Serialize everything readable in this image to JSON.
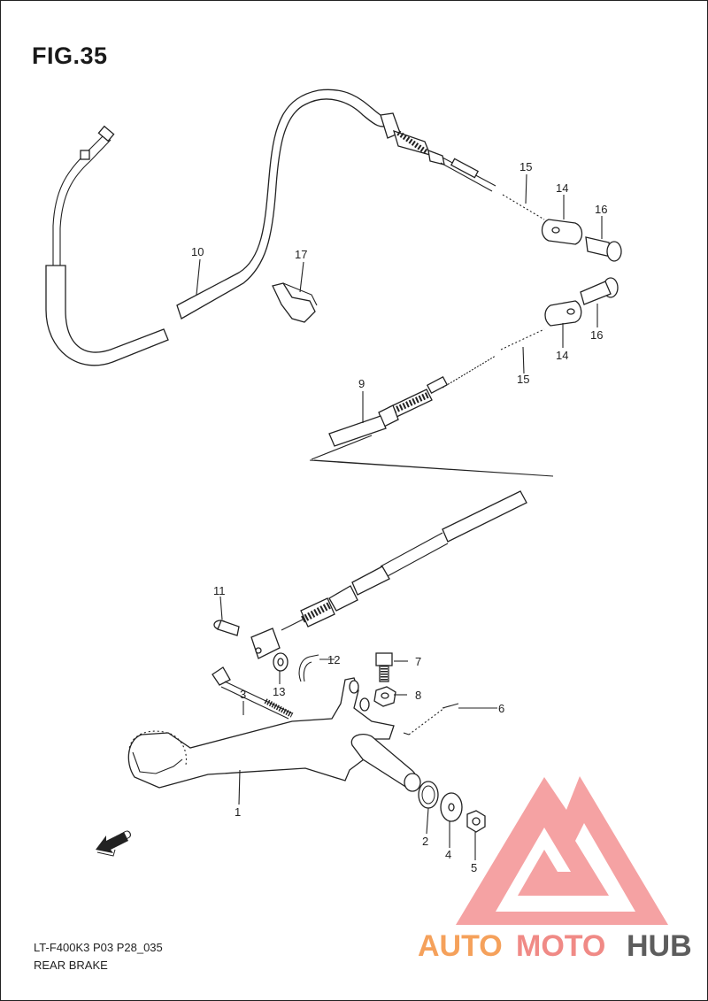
{
  "figure": {
    "title": "FIG.35"
  },
  "footer": {
    "code": "LT-F400K3 P03 P28_035",
    "name": "REAR BRAKE"
  },
  "arrow_label": "FWD",
  "watermark": {
    "part1": "AUTO",
    "part2": "MOTO",
    "part3": "HUB",
    "colors": {
      "auto": "#f5a15b",
      "moto": "#f08a86",
      "hub": "#5d5d5d",
      "triangle": "#f4999a"
    }
  },
  "parts": {
    "p1": "1",
    "p2": "2",
    "p3": "3",
    "p4": "4",
    "p5": "5",
    "p6": "6",
    "p7": "7",
    "p8": "8",
    "p9": "9",
    "p10": "10",
    "p11": "11",
    "p12": "12",
    "p13": "13",
    "p14a": "14",
    "p14b": "14",
    "p15a": "15",
    "p15b": "15",
    "p16a": "16",
    "p16b": "16",
    "p17": "17"
  }
}
